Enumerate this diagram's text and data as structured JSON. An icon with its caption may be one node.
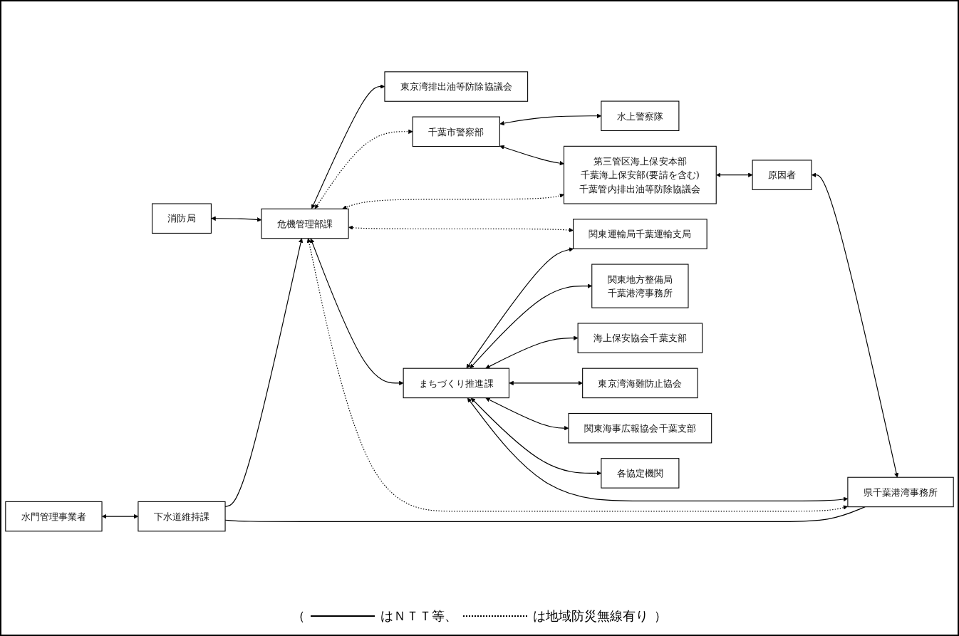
{
  "diagram": {
    "nodes": [
      {
        "text": [
          "水上警察隊"
        ]
      },
      {
        "text": [
          "消防局"
        ]
      },
      {
        "text": [
          "東京湾排出油等防除協議会"
        ]
      },
      {
        "text": [
          "千葉市警察部"
        ]
      },
      {
        "text": [
          "危機管理部課"
        ]
      },
      {
        "text": [
          "関東運輸局千葉運輸支局"
        ]
      },
      {
        "text": [
          "第三管区海上保安本部",
          "千葉海上保安部(要請を含む)",
          "千葉管内排出油等防除協議会"
        ]
      },
      {
        "text": [
          "まちづくり推進課"
        ]
      },
      {
        "text": [
          "関東地方整備局",
          "千葉港湾事務所"
        ]
      },
      {
        "text": [
          "海上保安協会千葉支部"
        ]
      },
      {
        "text": [
          "水門管理事業者"
        ]
      },
      {
        "text": [
          "下水道維持課"
        ]
      },
      {
        "text": [
          "東京湾海難防止協会"
        ]
      },
      {
        "text": [
          "原因者"
        ]
      },
      {
        "text": [
          "県千葉港湾事務所"
        ]
      },
      {
        "text": [
          "関東海事広報協会千葉支部"
        ]
      },
      {
        "text": [
          "各協定機関"
        ]
      }
    ],
    "edges": [
      {
        "from": 3,
        "to": 0,
        "arrow": "both"
      },
      {
        "from": 1,
        "to": 4,
        "arrow": "both"
      },
      {
        "from": 4,
        "to": 2,
        "arrow": "both"
      },
      {
        "from": 3,
        "to": 6,
        "arrow": "both"
      },
      {
        "from": 4,
        "to": 3,
        "arrow": "both",
        "style": "dashed"
      },
      {
        "from": 4,
        "to": 6,
        "arrow": "both",
        "style": "dashed"
      },
      {
        "from": 14,
        "to": 4,
        "arrow": "both",
        "style": "dashed"
      },
      {
        "from": 4,
        "to": 5,
        "arrow": "both",
        "style": "dashed"
      },
      {
        "from": 4,
        "to": 7,
        "arrow": "both"
      },
      {
        "from": 7,
        "to": 5,
        "arrow": "both"
      },
      {
        "from": 7,
        "to": 8,
        "arrow": "both"
      },
      {
        "from": 7,
        "to": 9,
        "arrow": "both"
      },
      {
        "from": 7,
        "to": 12,
        "arrow": "both"
      },
      {
        "from": 7,
        "to": 15,
        "arrow": "both"
      },
      {
        "from": 7,
        "to": 16,
        "arrow": "both"
      },
      {
        "from": 7,
        "to": 14,
        "arrow": "both"
      },
      {
        "from": 11,
        "to": 4,
        "arrow": "to"
      },
      {
        "from": 11,
        "to": 14,
        "arrow": "none"
      },
      {
        "from": 10,
        "to": 11,
        "arrow": "both"
      },
      {
        "from": 13,
        "to": 14,
        "arrow": "both"
      },
      {
        "from": 6,
        "to": 13,
        "arrow": "both"
      }
    ],
    "labels": [
      "（",
      "）"
    ],
    "legend": [
      {
        "text": "はＮＴＴ等、"
      },
      {
        "text": "は地域防災無線有り"
      }
    ]
  }
}
